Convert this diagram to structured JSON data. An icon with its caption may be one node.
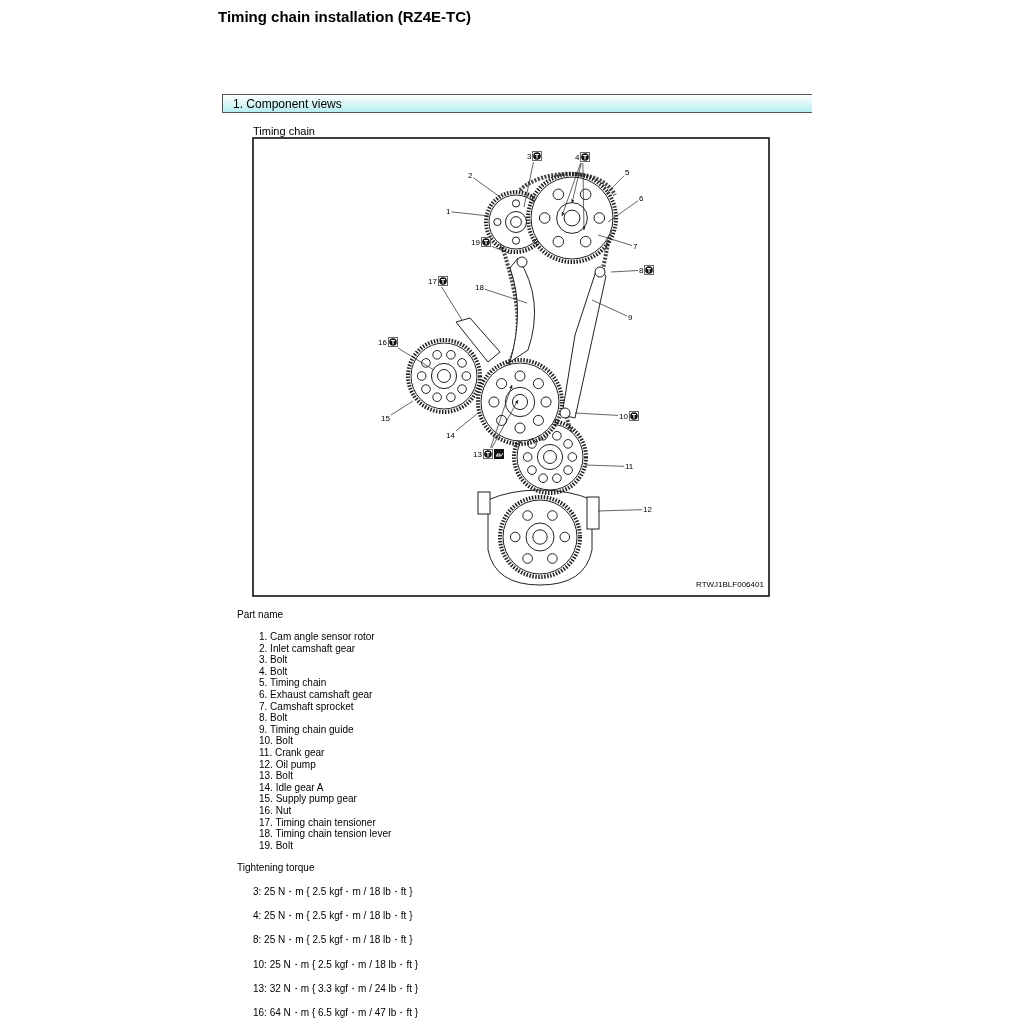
{
  "diagram": {
    "title": "Timing chain installation (RZ4E-TC)",
    "nodes": [
      {
        "text": [
          "1"
        ]
      },
      {
        "text": [
          "2"
        ]
      },
      {
        "text": [
          "3"
        ]
      },
      {
        "text": [
          "4"
        ]
      },
      {
        "text": [
          "5"
        ]
      },
      {
        "text": [
          "6"
        ]
      },
      {
        "text": [
          "7"
        ]
      },
      {
        "text": [
          "8"
        ]
      },
      {
        "text": [
          "9"
        ]
      },
      {
        "text": [
          "10"
        ]
      },
      {
        "text": [
          "11"
        ]
      },
      {
        "text": [
          "12"
        ]
      },
      {
        "text": [
          "13"
        ]
      },
      {
        "text": [
          "14"
        ]
      },
      {
        "text": [
          "15"
        ]
      },
      {
        "text": [
          "16"
        ]
      },
      {
        "text": [
          "17"
        ]
      },
      {
        "text": [
          "18"
        ]
      },
      {
        "text": [
          "19"
        ]
      }
    ],
    "edges": [
      {
        "from": 0,
        "to": null,
        "arrow": "none"
      },
      {
        "from": 1,
        "to": null,
        "arrow": "none"
      },
      {
        "from": 2,
        "to": null,
        "arrow": "none"
      },
      {
        "from": 3,
        "to": null,
        "arrow": "to"
      },
      {
        "from": 3,
        "to": null,
        "arrow": "to"
      },
      {
        "from": 3,
        "to": null,
        "arrow": "to"
      },
      {
        "from": 4,
        "to": null,
        "arrow": "none"
      },
      {
        "from": 5,
        "to": null,
        "arrow": "none"
      },
      {
        "from": 6,
        "to": null,
        "arrow": "none"
      },
      {
        "from": 7,
        "to": null,
        "arrow": "none"
      },
      {
        "from": 8,
        "to": null,
        "arrow": "none"
      },
      {
        "from": 9,
        "to": null,
        "arrow": "none"
      },
      {
        "from": 10,
        "to": null,
        "arrow": "none"
      },
      {
        "from": 11,
        "to": null,
        "arrow": "none"
      },
      {
        "from": 12,
        "to": null,
        "arrow": "to"
      },
      {
        "from": 12,
        "to": null,
        "arrow": "to"
      },
      {
        "from": 13,
        "to": null,
        "arrow": "none"
      },
      {
        "from": 14,
        "to": null,
        "arrow": "none"
      },
      {
        "from": 15,
        "to": null,
        "arrow": "none"
      },
      {
        "from": 16,
        "to": null,
        "arrow": "none"
      },
      {
        "from": 17,
        "to": null,
        "arrow": "none"
      },
      {
        "from": 18,
        "to": null,
        "arrow": "none"
      }
    ],
    "labels": [
      "1. Component views",
      "Timing chain",
      "RTWJ1BLF006401",
      "Part name",
      "1. Cam angle sensor rotor",
      "2. Inlet camshaft gear",
      "3. Bolt",
      "4. Bolt",
      "5. Timing chain",
      "6. Exhaust camshaft gear",
      "7. Camshaft sprocket",
      "8. Bolt",
      "9. Timing chain guide",
      "10. Bolt",
      "11. Crank gear",
      "12. Oil pump",
      "13. Bolt",
      "14. Idle gear A",
      "15. Supply pump gear",
      "16. Nut",
      "17. Timing chain tensioner",
      "18. Timing chain tension lever",
      "19. Bolt",
      "Tightening torque",
      "3: 25 N・m { 2.5 kgf・m / 18 lb・ft }",
      "4: 25 N・m { 2.5 kgf・m / 18 lb・ft }",
      "8: 25 N・m { 2.5 kgf・m / 18 lb・ft }",
      "10: 25 N・m { 2.5 kgf・m / 18 lb・ft }",
      "13: 32 N・m { 3.3 kgf・m / 24 lb・ft }",
      "16: 64 N・m { 6.5 kgf・m / 47 lb・ft }"
    ]
  }
}
